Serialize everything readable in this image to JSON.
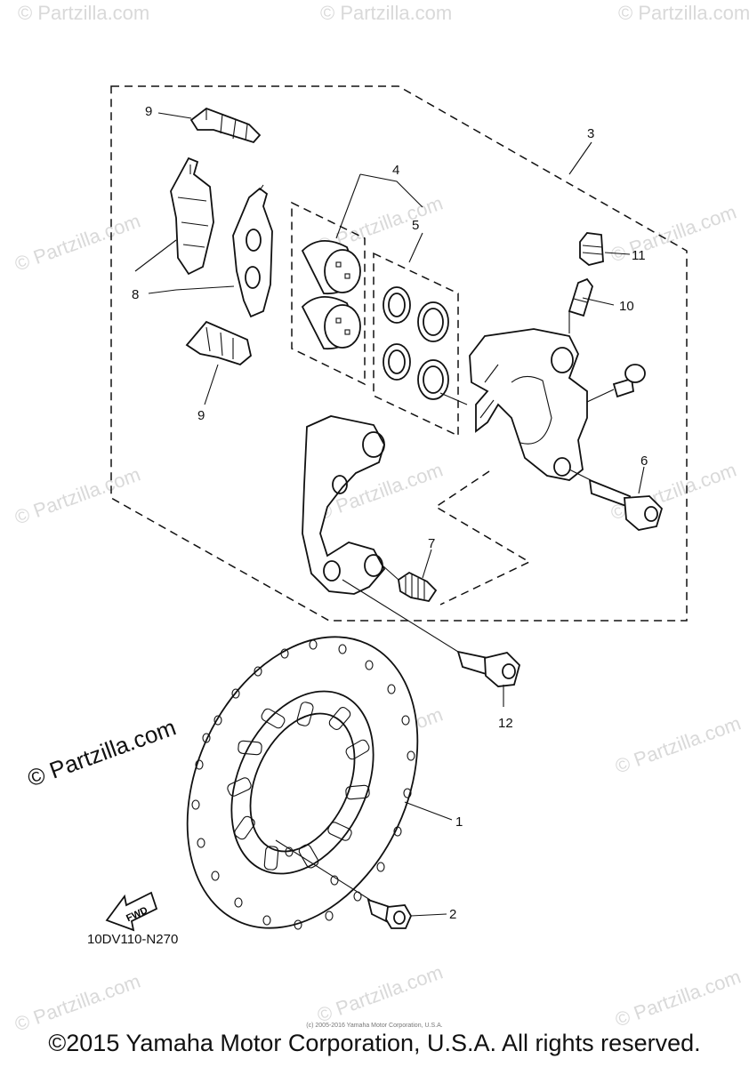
{
  "watermark": "© Partzilla.com",
  "big_watermark": "© Partzilla.com",
  "callouts": {
    "c1": "1",
    "c2": "2",
    "c3": "3",
    "c4": "4",
    "c5": "5",
    "c6": "6",
    "c7": "7",
    "c8": "8",
    "c9a": "9",
    "c9b": "9",
    "c10": "10",
    "c11": "11",
    "c12": "12"
  },
  "fwd_label": "FWD",
  "diagram_code": "10DV110-N270",
  "tiny_note": "(c) 2005-2016 Yamaha Motor Corporation, U.S.A.",
  "copyright": "©2015 Yamaha Motor Corporation, U.S.A. All rights reserved."
}
